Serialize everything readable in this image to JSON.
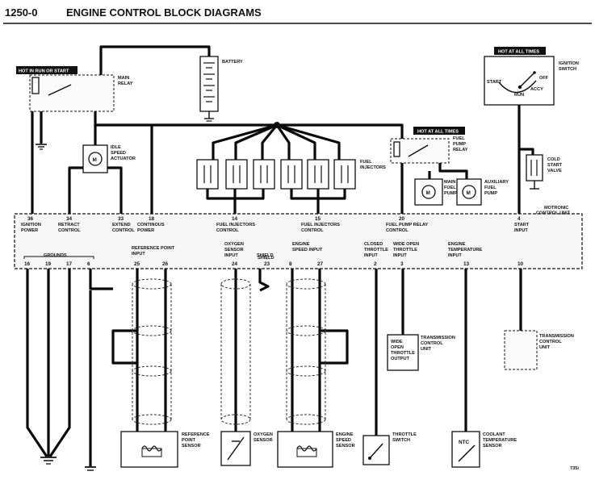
{
  "header": {
    "section_number": "1250-0",
    "title": "ENGINE CONTROL BLOCK DIAGRAMS"
  },
  "hot_labels": {
    "run_or_start": "HOT IN RUN OR START",
    "all_times_fuel": "HOT AT ALL TIMES",
    "all_times_ignition": "HOT AT ALL TIMES"
  },
  "components": {
    "main_relay": [
      "MAIN",
      "RELAY"
    ],
    "battery": "BATTERY",
    "ignition_switch": [
      "IGNITION",
      "SWITCH"
    ],
    "switch_positions": {
      "start": "START",
      "off": "OFF",
      "run": "RUN",
      "accy": "ACCY"
    },
    "idle_speed_actuator": [
      "IDLE",
      "SPEED",
      "ACTUATOR"
    ],
    "fuel_injectors": [
      "FUEL",
      "INJECTORS"
    ],
    "fuel_pump_relay": [
      "FUEL",
      "PUMP",
      "RELAY"
    ],
    "main_fuel_pump": [
      "MAIN",
      "FUEL",
      "PUMP"
    ],
    "auxiliary_fuel_pump": [
      "AUXILIARY",
      "FUEL",
      "PUMP"
    ],
    "cold_start_valve": [
      "COLD",
      "START",
      "VALVE"
    ],
    "motronic": [
      "MOTRONIC",
      "CONTROL UNIT"
    ],
    "tcu_left": [
      "TRANSMISSION",
      "CONTROL",
      "UNIT"
    ],
    "tcu_right": [
      "TRANSMISSION",
      "CONTROL",
      "UNIT"
    ],
    "wot_box": [
      "WIDE",
      "OPEN",
      "THROTTLE",
      "OUTPUT"
    ],
    "reference_point_sensor": [
      "REFERENCE",
      "POINT",
      "SENSOR"
    ],
    "oxygen_sensor": [
      "OXYGEN",
      "SENSOR"
    ],
    "engine_speed_sensor": [
      "ENGINE",
      "SPEED",
      "SENSOR"
    ],
    "throttle_switch": [
      "THROTTLE",
      "SWITCH"
    ],
    "coolant_temperature_sensor": [
      "COOLANT",
      "TEMPERATURE",
      "SENSOR"
    ],
    "ntc": "NTC",
    "motor": "M",
    "shield": "SHIELD"
  },
  "pins_top": [
    {
      "pin": "36",
      "label": [
        "IGNITION",
        "POWER"
      ]
    },
    {
      "pin": "34",
      "label": [
        "RETRACT",
        "CONTROL"
      ]
    },
    {
      "pin": "33",
      "label": [
        "EXTEND",
        "CONTROL"
      ]
    },
    {
      "pin": "18",
      "label": [
        "CONTINOUS",
        "POWER"
      ]
    },
    {
      "pin": "14",
      "label": [
        "FUEL INJECTORS",
        "CONTROL"
      ]
    },
    {
      "pin": "15",
      "label": [
        "FUEL INJECTORS",
        "CONTROL"
      ]
    },
    {
      "pin": "20",
      "label": [
        "FUEL PUMP RELAY",
        "CONTROL"
      ]
    },
    {
      "pin": "4",
      "label": [
        "START",
        "INPUT"
      ]
    }
  ],
  "grounds": {
    "label": "GROUNDS",
    "pins": [
      "16",
      "19",
      "17",
      "6"
    ]
  },
  "pins_bottom": [
    {
      "pins": [
        "25",
        "26"
      ],
      "label": [
        "REFERENCE POINT",
        "INPUT"
      ]
    },
    {
      "pins": [
        "24"
      ],
      "label": [
        "OXYGEN",
        "SENSOR",
        "INPUT"
      ]
    },
    {
      "pins": [
        "23"
      ],
      "label": [
        "SHIELD"
      ]
    },
    {
      "pins": [
        "8",
        "27"
      ],
      "label": [
        "ENGINE",
        "SPEED INPUT"
      ]
    },
    {
      "pins": [
        "2"
      ],
      "label": [
        "CLOSED",
        "THROTTLE",
        "INPUT"
      ]
    },
    {
      "pins": [
        "3"
      ],
      "label": [
        "WIDE OPEN",
        "THROTTLE",
        "INPUT"
      ]
    },
    {
      "pins": [
        "13"
      ],
      "label": [
        "ENGINE",
        "TEMPERATURE",
        "INPUT"
      ]
    },
    {
      "pins": [
        "10"
      ],
      "label": []
    }
  ],
  "figure_number": "735i"
}
